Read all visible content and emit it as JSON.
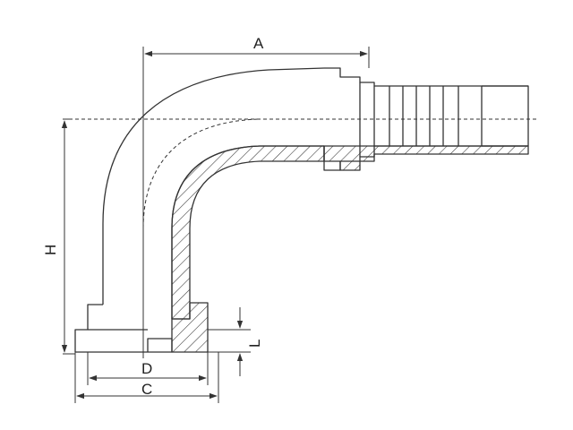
{
  "dimensions": {
    "a": "A",
    "h": "H",
    "l": "L",
    "d": "D",
    "c": "C"
  },
  "colors": {
    "line": "#333333",
    "background": "#ffffff"
  }
}
